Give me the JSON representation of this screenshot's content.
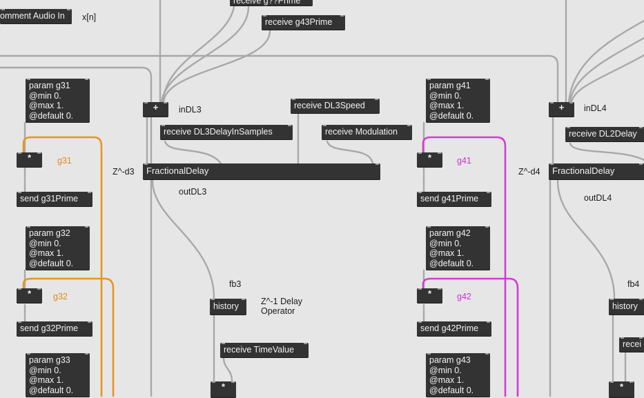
{
  "objects": {
    "comment_audio_in": "omment Audio In",
    "receive_g_top": "receive g??Prime",
    "receive_g43prime": "receive g43Prime",
    "plus_dl3": "+",
    "receive_dl3speed": "receive DL3Speed",
    "receive_dl3delay": "receive DL3DelayInSamples",
    "receive_modulation": "receive Modulation",
    "fractional_delay_3": "FractionalDelay",
    "history_fb3": "history",
    "receive_timevalue": "receive TimeValue",
    "mult_bottom_center": "*",
    "plus_dl4": "+",
    "receive_dl2delay": "receive DL2Delay",
    "fractional_delay_4": "FractionalDelay",
    "history_fb4": "history",
    "receive_bottom_right": "recei",
    "mult_bottom_right": "*",
    "param_g31": "param g31\n@min 0.\n@max 1.\n@default 0.",
    "mult_g31": "*",
    "send_g31prime": "send g31Prime",
    "param_g32": "param g32\n@min 0.\n@max 1.\n@default 0.",
    "mult_g32": "*",
    "send_g32prime": "send g32Prime",
    "param_g33": "param g33\n@min 0.\n@max 1.\n@default 0.",
    "param_g41": "param g41\n@min 0.\n@max 1.\n@default 0.",
    "mult_g41": "*",
    "send_g41prime": "send g41Prime",
    "param_g42": "param g42\n@min 0.\n@max 1.\n@default 0.",
    "mult_g42": "*",
    "send_g42prime": "send g42Prime",
    "param_g43": "param g43\n@min 0.\n@max 1.\n@default 0."
  },
  "comments": {
    "xn": "x[n]",
    "indl3": "inDL3",
    "zd3": "Z^-d3",
    "outdl3": "outDL3",
    "fb3": "fb3",
    "z1_delay": "Z^-1 Delay\nOperator",
    "g31": "g31",
    "g32": "g32",
    "indl4": "inDL4",
    "zd4": "Z^-d4",
    "outdl4": "outDL4",
    "fb4": "fb4",
    "g41": "g41",
    "g42": "g42"
  },
  "colors": {
    "background": "#e6e6e6",
    "object_fill": "#333333",
    "object_text": "#f2f2f2",
    "cable_gray": "#a8a8a8",
    "cable_orange": "#e8951c",
    "cable_magenta": "#d43ad6"
  }
}
